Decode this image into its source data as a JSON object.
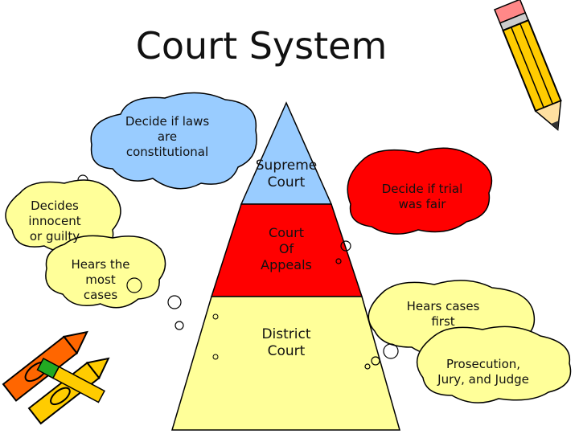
{
  "title": "Court System",
  "pyramid": {
    "top": {
      "lines": [
        "Supreme",
        "Court"
      ],
      "color": "#99ccff"
    },
    "middle": {
      "lines": [
        "Court",
        "Of",
        "Appeals"
      ],
      "color": "#ff0000"
    },
    "bottom": {
      "lines": [
        "District",
        "Court"
      ],
      "color": "#ffff99"
    }
  },
  "clouds": {
    "supreme_role": {
      "lines": [
        "Decide if laws",
        "are",
        "constitutional"
      ],
      "color": "#99ccff"
    },
    "appeals_role": {
      "lines": [
        "Decide if trial",
        "was fair"
      ],
      "color": "#ff0000"
    },
    "district_guilt": {
      "lines": [
        "Decides",
        "innocent",
        "or guilty"
      ],
      "color": "#ffff99"
    },
    "district_most": {
      "lines": [
        "Hears the",
        "most",
        "cases"
      ],
      "color": "#ffff99"
    },
    "district_first": {
      "lines": [
        "Hears cases",
        "first"
      ],
      "color": "#ffff99"
    },
    "district_people": {
      "lines": [
        "Prosecution,",
        "Jury, and Judge"
      ],
      "color": "#ffff99"
    }
  },
  "icons": [
    "pencil-icon",
    "crayons-icon"
  ]
}
